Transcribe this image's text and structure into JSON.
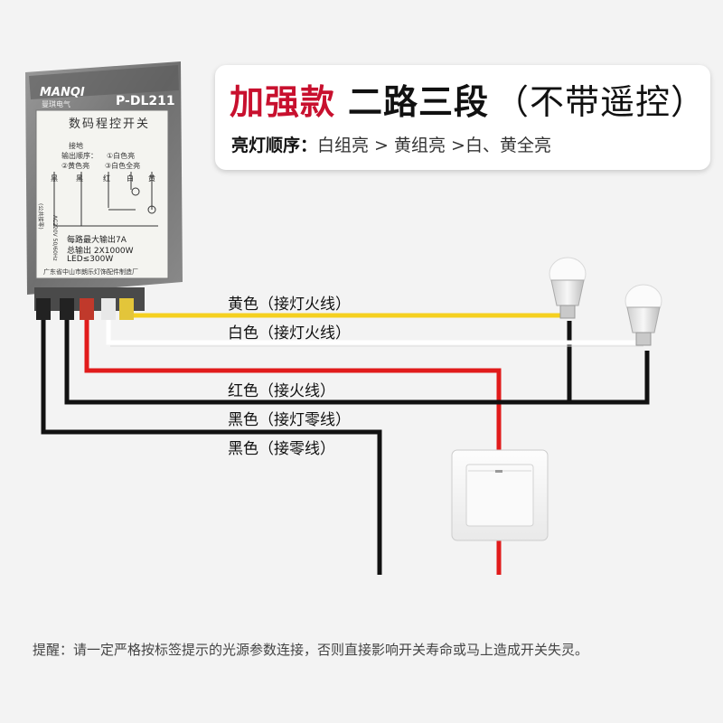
{
  "title": {
    "emphasis": "加强款",
    "main": "二路三段",
    "paren": "（不带遥控）"
  },
  "light_order": {
    "label": "亮灯顺序：",
    "text": "白组亮 > 黄组亮 >白、黄全亮"
  },
  "device": {
    "brand": "MANQI",
    "brand_cn": "曼琪电气",
    "model": "P-DL211",
    "name": "数码程控开关",
    "spec1": "每路最大输出7A",
    "spec2": "总输出 2X1000W",
    "spec3": "LED≤300W",
    "maker": "广东省中山市朗乐灯饰配件制造厂",
    "panel_note": "接地",
    "panel_order": "输出顺序：",
    "panel_opt1": "①白色亮",
    "panel_opt2": "②黄色亮",
    "panel_opt3": "③白色全亮",
    "terminals": [
      "黑",
      "黑",
      "红",
      "白",
      "黄"
    ],
    "rating": "AC220V 50/60Hz",
    "neutral_tag": "(公共接零)"
  },
  "wires": {
    "yellow": "黄色（接灯火线）",
    "white": "白色（接灯火线）",
    "red": "红色（接火线）",
    "black_lamp": "黑色（接灯零线）",
    "black": "黑色（接零线）"
  },
  "colors": {
    "yellow_wire": "#f5d020",
    "white_wire": "#ffffff",
    "red_wire": "#e11b1b",
    "black_wire": "#111111",
    "accent_red": "#c8102e"
  },
  "footer": "提醒：请一定严格按标签提示的光源参数连接，否则直接影响开关寿命或马上造成开关失灵。"
}
